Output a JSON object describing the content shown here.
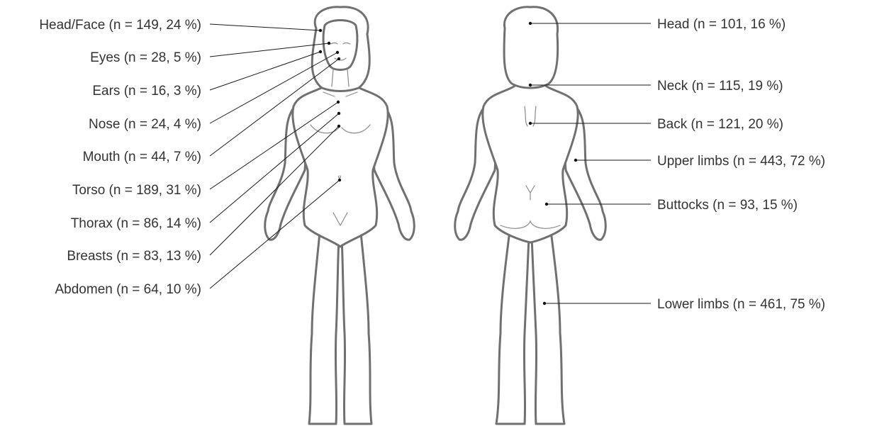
{
  "front_labels": [
    {
      "key": "head_face",
      "text": "Head/Face (n = 149, 24 %)"
    },
    {
      "key": "eyes",
      "text": "Eyes (n = 28, 5 %)"
    },
    {
      "key": "ears",
      "text": "Ears (n = 16, 3 %)"
    },
    {
      "key": "nose",
      "text": "Nose (n = 24, 4 %)"
    },
    {
      "key": "mouth",
      "text": "Mouth (n = 44, 7 %)"
    },
    {
      "key": "torso",
      "text": "Torso (n = 189, 31 %)"
    },
    {
      "key": "thorax",
      "text": "Thorax (n = 86, 14 %)"
    },
    {
      "key": "breasts",
      "text": "Breasts (n = 83, 13 %)"
    },
    {
      "key": "abdomen",
      "text": "Abdomen (n = 64, 10 %)"
    }
  ],
  "back_labels": [
    {
      "key": "head",
      "text": "Head (n = 101, 16 %)"
    },
    {
      "key": "neck",
      "text": "Neck (n = 115, 19 %)"
    },
    {
      "key": "back",
      "text": "Back (n = 121, 20 %)"
    },
    {
      "key": "upper_limbs",
      "text": "Upper limbs (n = 443, 72 %)"
    },
    {
      "key": "buttocks",
      "text": "Buttocks (n = 93, 15 %)"
    },
    {
      "key": "lower_limbs",
      "text": "Lower limbs (n = 461, 75 %)"
    }
  ],
  "colors": {
    "outline": "#707070",
    "leader": "#1a1a1a",
    "text": "#333333"
  }
}
